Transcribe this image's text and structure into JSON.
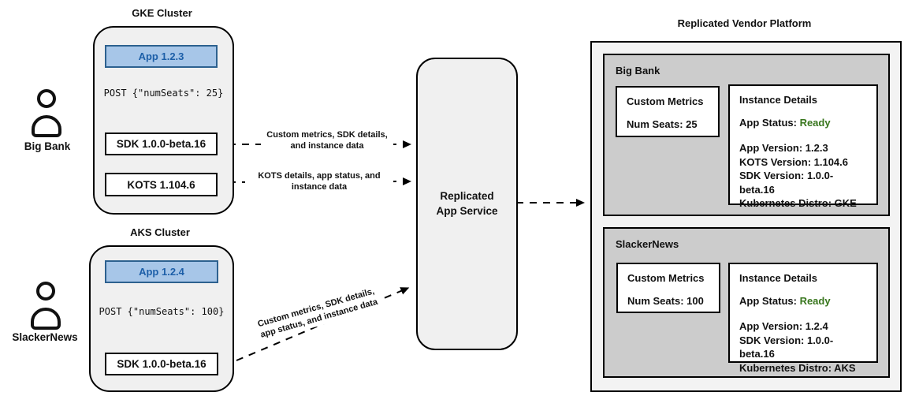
{
  "clusters": [
    {
      "title": "GKE Cluster",
      "actor": "Big Bank",
      "app_label": "App 1.2.3",
      "post_label": "POST {\"numSeats\": 25}",
      "sdk_label": "SDK 1.0.0-beta.16",
      "kots_label": "KOTS 1.104.6"
    },
    {
      "title": "AKS Cluster",
      "actor": "SlackerNews",
      "app_label": "App 1.2.4",
      "post_label": "POST {\"numSeats\": 100}",
      "sdk_label": "SDK 1.0.0-beta.16"
    }
  ],
  "service": {
    "label": "Replicated App Service"
  },
  "arrows": [
    {
      "label": "Custom metrics, SDK details, and instance data"
    },
    {
      "label": "KOTS details, app status, and instance data"
    },
    {
      "label": "Custom metrics, SDK details, app status, and instance data"
    }
  ],
  "platform": {
    "title": "Replicated Vendor Platform",
    "panels": [
      {
        "name": "Big Bank",
        "custom_metrics": {
          "title": "Custom Metrics",
          "metric": "Num Seats: 25"
        },
        "instance_details": {
          "title": "Instance Details",
          "status_label": "App Status: ",
          "status_value": "Ready",
          "lines": [
            "App Version: 1.2.3",
            "KOTS Version: 1.104.6",
            "SDK Version: 1.0.0-beta.16",
            "Kubernetes Distro: GKE"
          ]
        }
      },
      {
        "name": "SlackerNews",
        "custom_metrics": {
          "title": "Custom Metrics",
          "metric": "Num Seats: 100"
        },
        "instance_details": {
          "title": "Instance Details",
          "status_label": "App Status: ",
          "status_value": "Ready",
          "lines": [
            "App Version: 1.2.4",
            "SDK Version: 1.0.0-beta.16",
            "Kubernetes Distro: AKS"
          ]
        }
      }
    ]
  },
  "colors": {
    "app_fill": "#a7c6e8",
    "app_border": "#2d618f",
    "app_text": "#1d5fa8",
    "ready_green": "#38761d",
    "panel_gray": "#cccccc",
    "cluster_fill": "#f0f0f0",
    "platform_fill": "#f3f3f3"
  }
}
